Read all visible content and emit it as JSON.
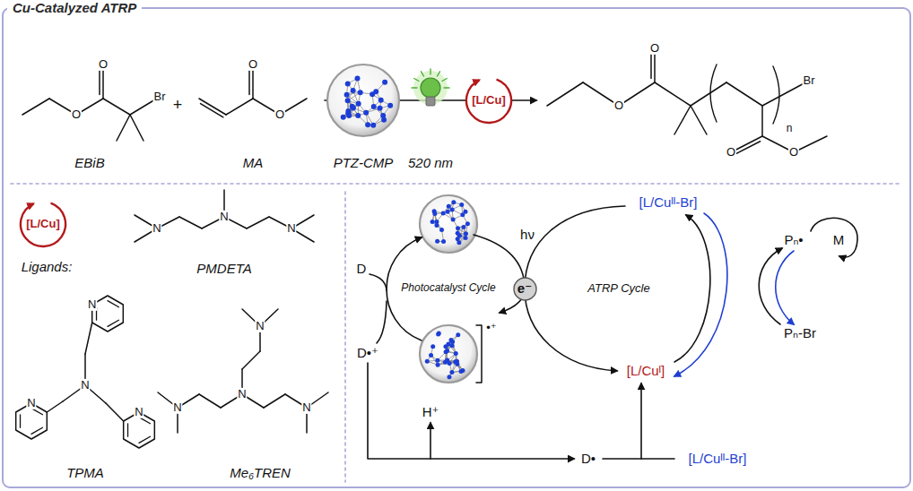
{
  "diagram": {
    "title": "Cu-Catalyzed ATRP",
    "nodes": [
      {
        "text": [
          "[L/Cu]"
        ]
      },
      {
        "text": [
          "[L/Cu]"
        ]
      },
      {
        "text": [
          "e⁻"
        ]
      }
    ],
    "labels": [
      "EBiB",
      "+",
      "MA",
      "PTZ-CMP",
      "520 nm",
      "Ligands:",
      "PMDETA",
      "TPMA",
      "Me₆TREN",
      "Photocatalyst Cycle",
      "ATRP Cycle",
      "hν",
      "D",
      "D•⁺",
      "H⁺",
      "D•",
      "[L/Cuᴵᴵ-Br]",
      "[L/Cuᴵ]",
      "[L/Cuᴵᴵ-Br]",
      "Pₙ•",
      "M",
      "Pₙ-Br",
      "O",
      "O",
      "Br",
      "O",
      "O",
      "O",
      "O",
      "O",
      "O",
      "Br",
      "n",
      "N",
      "N",
      "N",
      "N",
      "N",
      "N",
      "N",
      "N",
      "N",
      "N",
      "N",
      "•⁺"
    ]
  }
}
